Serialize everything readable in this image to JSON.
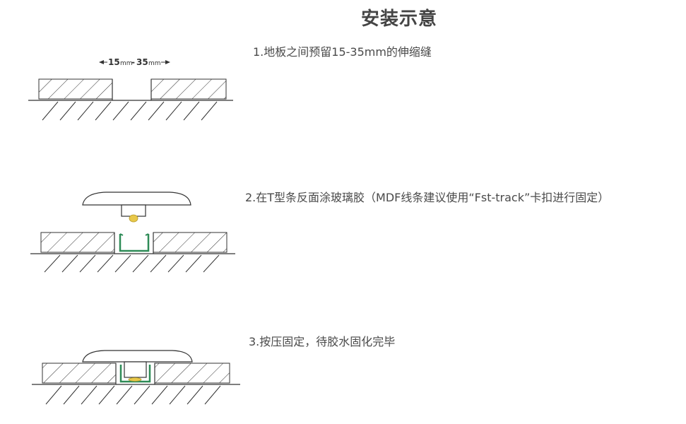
{
  "title": "安装示意",
  "steps": [
    {
      "text": "1.地板之间预留15-35mm的伸缩缝"
    },
    {
      "text": "2.在T型条反面涂玻璃胶（MDF线条建议使用“Fst-track”卡扣进行固定）"
    },
    {
      "text": "3.按压固定，待胶水固化完毕"
    }
  ],
  "dimension": {
    "min": "15",
    "dash": "-",
    "max": "35",
    "unit": "mm"
  },
  "colors": {
    "line": "#333333",
    "track": "#2e8b57",
    "glue": "#e8c84a"
  }
}
